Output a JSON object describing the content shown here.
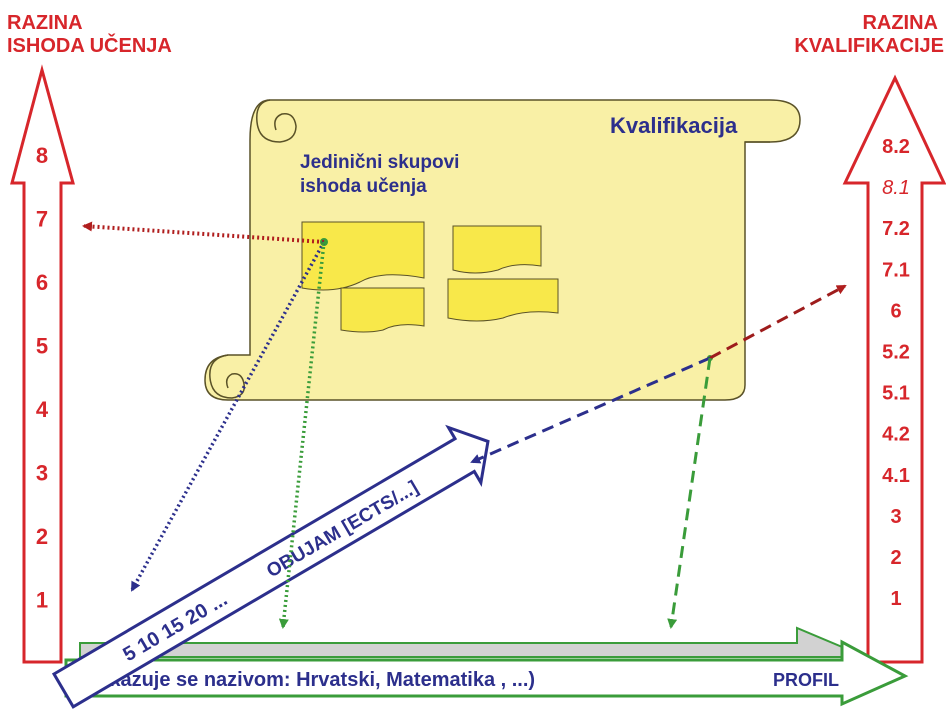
{
  "left_scale": {
    "title_line1": "RAZINA",
    "title_line2": "ISHODA UČENJA",
    "levels": [
      "8",
      "7",
      "6",
      "5",
      "4",
      "3",
      "2",
      "1"
    ]
  },
  "right_scale": {
    "title_line1": "RAZINA",
    "title_line2": "KVALIFIKACIJE",
    "levels": [
      "8.2",
      "8.1",
      "7.2",
      "7.1",
      "6",
      "5.2",
      "5.1",
      "4.2",
      "4.1",
      "3",
      "2",
      "1"
    ],
    "italic_level": "8.1"
  },
  "scroll": {
    "title": "Kvalifikacija",
    "units_line1": "Jedinični skupovi",
    "units_line2": "ishoda učenja"
  },
  "volume_arrow": {
    "numbers": "5 10 15 20 ...",
    "label": "OBUJAM [ECTS/...]"
  },
  "profile_arrow": {
    "note": "(Iskazuje se nazivom: Hrvatski, Matematika , ...)",
    "label": "PROFIL"
  },
  "colors": {
    "red": "#d7262b",
    "navy": "#2c2f8c",
    "green": "#3a9c3a",
    "parchment": "#f9f0a6",
    "sticky": "#f8e84a",
    "dark_red": "#9e1c1c"
  }
}
